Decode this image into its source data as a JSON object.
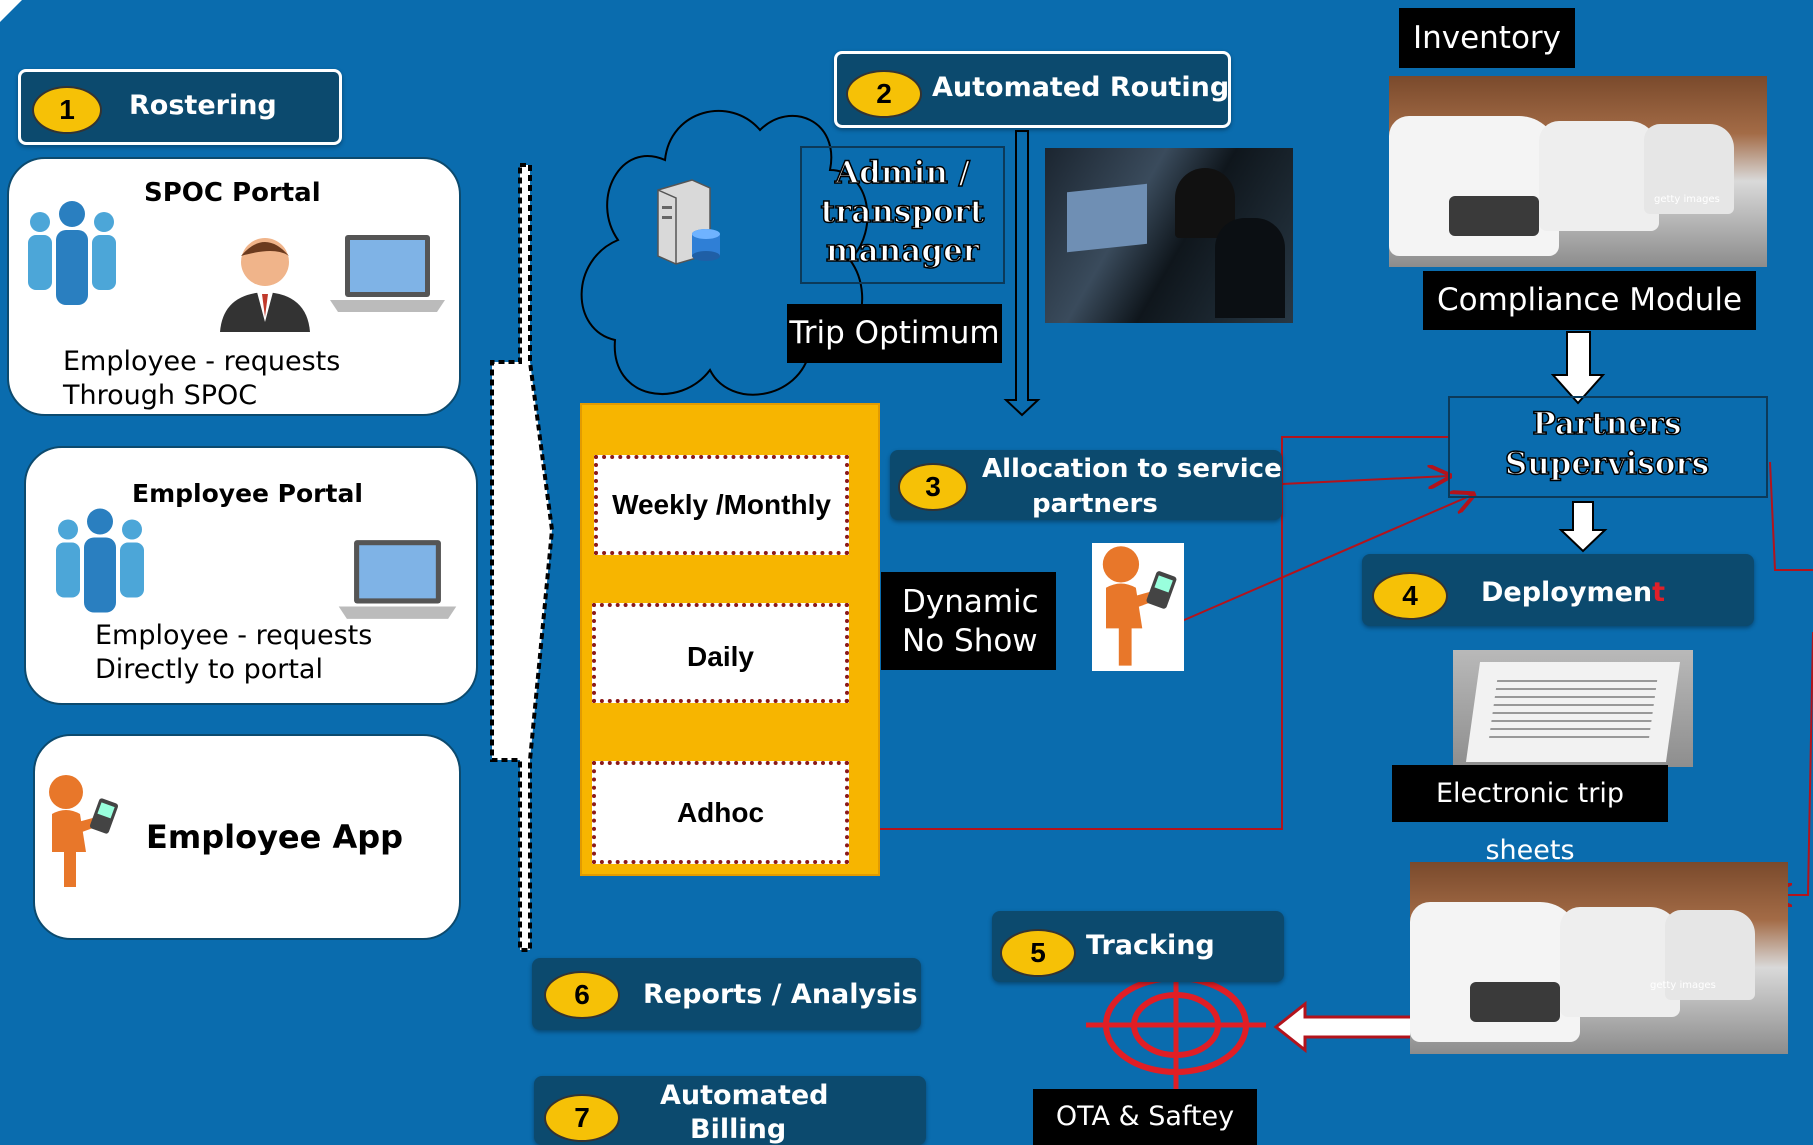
{
  "steps": {
    "rostering": {
      "num": "1",
      "label": "Rostering"
    },
    "routing": {
      "num": "2",
      "label": "Automated Routing"
    },
    "allocation": {
      "num": "3",
      "label_1": "Allocation to service",
      "label_2": "partners"
    },
    "deployment": {
      "num": "4",
      "label": "Deploymen",
      "label_end": "t"
    },
    "tracking": {
      "num": "5",
      "label": "Tracking"
    },
    "reports": {
      "num": "6",
      "label": "Reports / Analysis"
    },
    "billing": {
      "num": "7",
      "label_1": "Automated",
      "label_2": "Billing"
    }
  },
  "spoc_portal": {
    "title": "SPOC Portal",
    "desc_1": "Employee  - requests",
    "desc_2": "Through SPOC"
  },
  "employee_portal": {
    "title": "Employee Portal",
    "desc_1": "Employee  - requests",
    "desc_2": "Directly to portal"
  },
  "employee_app": {
    "title": "Employee App"
  },
  "admin": {
    "line_1": "Admin /",
    "line_2": "transport",
    "line_3": "manager"
  },
  "trip_optimum": "Trip Optimum",
  "roster_types": [
    "Weekly /Monthly",
    "Daily",
    "Adhoc"
  ],
  "dynamic": {
    "line_1": "Dynamic",
    "line_2": "No Show"
  },
  "inventory": "Inventory",
  "compliance": "Compliance Module",
  "partners": {
    "line_1": "Partners",
    "line_2": "Supervisors"
  },
  "trip_sheets": "Electronic trip sheets",
  "ota": "OTA  &  Saftey",
  "watermark": "getty images",
  "colors": {
    "background": "#0a6cae",
    "box": "#0c4a6e",
    "badge": "#f6c106",
    "roster_panel": "#f7b500",
    "connector": "#b3131c"
  }
}
